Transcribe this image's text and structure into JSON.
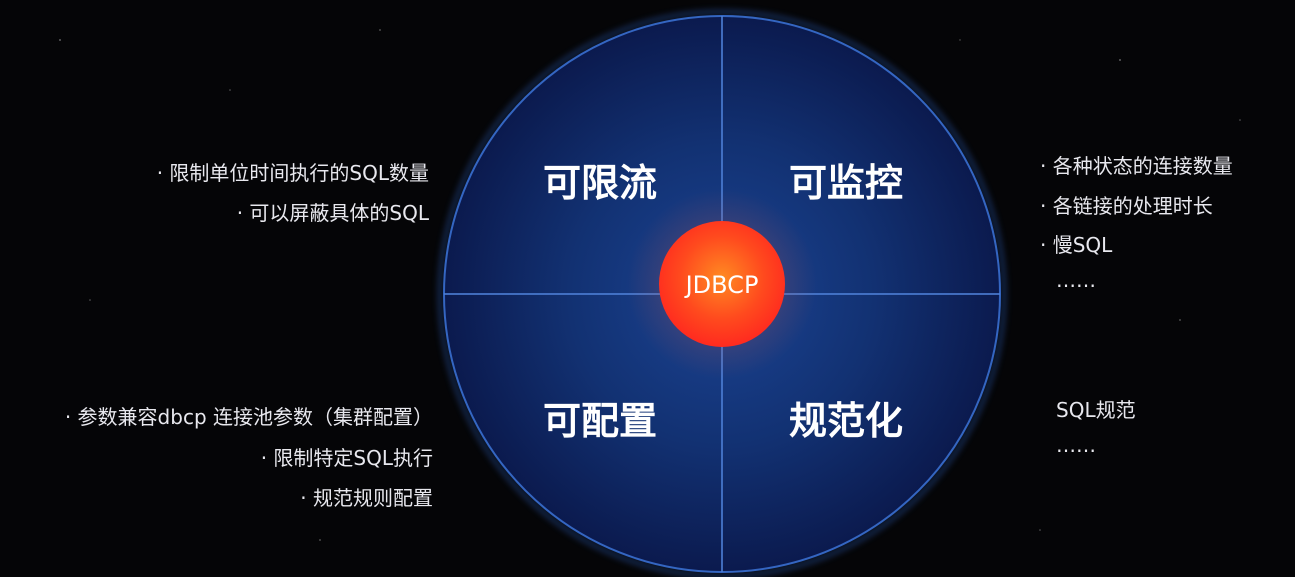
{
  "center": {
    "label": "JDBCP"
  },
  "quadrants": {
    "top_left": "可限流",
    "top_right": "可监控",
    "bottom_left": "可配置",
    "bottom_right": "规范化"
  },
  "notes": {
    "top_left": [
      "· 限制单位时间执行的SQL数量",
      "· 可以屏蔽具体的SQL"
    ],
    "top_right": [
      "· 各种状态的连接数量",
      "· 各链接的处理时长",
      "· 慢SQL",
      "……"
    ],
    "bottom_left": [
      "· 参数兼容dbcp 连接池参数（集群配置）",
      "· 限制特定SQL执行",
      "· 规范规则配置"
    ],
    "bottom_right": [
      "SQL规范",
      "……"
    ]
  },
  "colors": {
    "background": "#050507",
    "circle_center": "#163a86",
    "circle_edge": "#0d1d52",
    "circle_rim": "#2b5bb5",
    "divider": "#4d7fd6",
    "core_inner": "#ff7a1c",
    "core_outer": "#ff2a1f",
    "text": "#ffffff"
  }
}
